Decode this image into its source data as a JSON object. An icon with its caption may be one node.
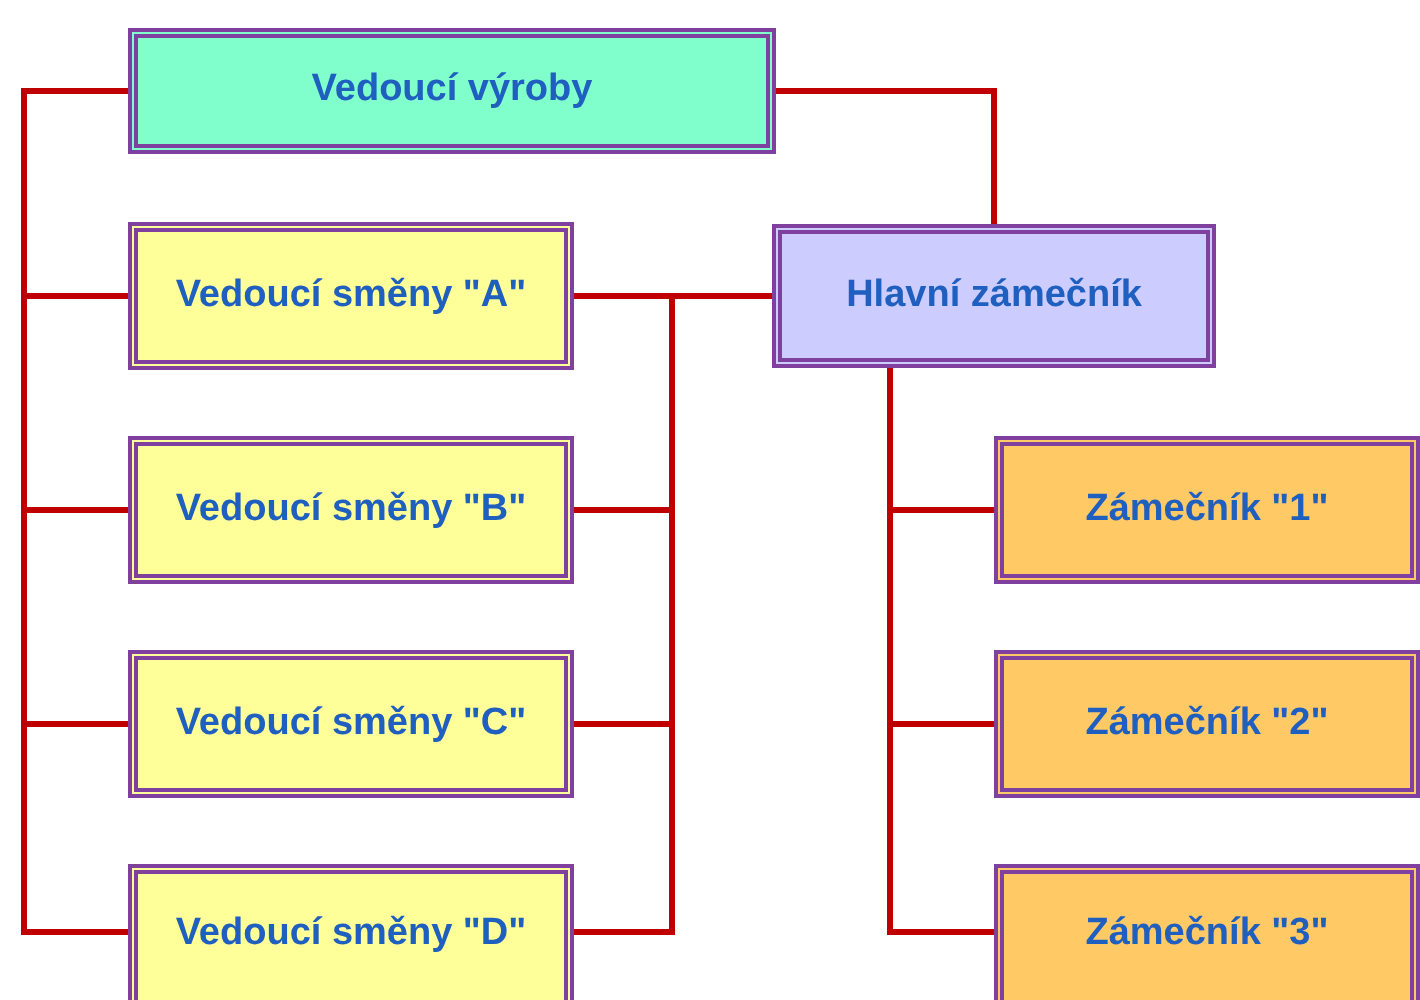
{
  "diagram": {
    "nodes": [
      {
        "text": [
          "Vedoucí výroby"
        ]
      },
      {
        "text": [
          "Vedoucí směny \"A\""
        ]
      },
      {
        "text": [
          "Vedoucí směny \"B\""
        ]
      },
      {
        "text": [
          "Vedoucí směny \"C\""
        ]
      },
      {
        "text": [
          "Vedoucí směny \"D\""
        ]
      },
      {
        "text": [
          "Hlavní zámečník"
        ]
      },
      {
        "text": [
          "Zámečník \"1\""
        ]
      },
      {
        "text": [
          "Zámečník \"2\""
        ]
      },
      {
        "text": [
          "Zámečník \"3\""
        ]
      }
    ],
    "edges": [
      {
        "from": 0,
        "to": 1,
        "arrow": "none"
      },
      {
        "from": 0,
        "to": 2,
        "arrow": "none"
      },
      {
        "from": 0,
        "to": 3,
        "arrow": "none"
      },
      {
        "from": 0,
        "to": 4,
        "arrow": "none"
      },
      {
        "from": 0,
        "to": 5,
        "arrow": "none"
      },
      {
        "from": 5,
        "to": 1,
        "arrow": "none"
      },
      {
        "from": 5,
        "to": 2,
        "arrow": "none"
      },
      {
        "from": 5,
        "to": 3,
        "arrow": "none"
      },
      {
        "from": 5,
        "to": 4,
        "arrow": "none"
      },
      {
        "from": 5,
        "to": 6,
        "arrow": "none"
      },
      {
        "from": 5,
        "to": 7,
        "arrow": "none"
      },
      {
        "from": 5,
        "to": 8,
        "arrow": "none"
      }
    ]
  }
}
